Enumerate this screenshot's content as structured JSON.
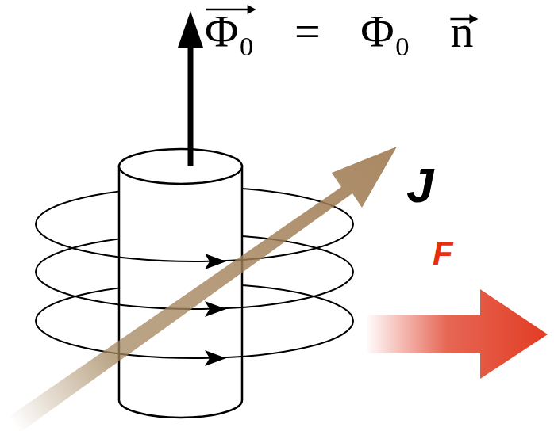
{
  "diagram": {
    "labels": [
      "Φ₀ = Φ₀ n",
      "J",
      "F"
    ]
  }
}
